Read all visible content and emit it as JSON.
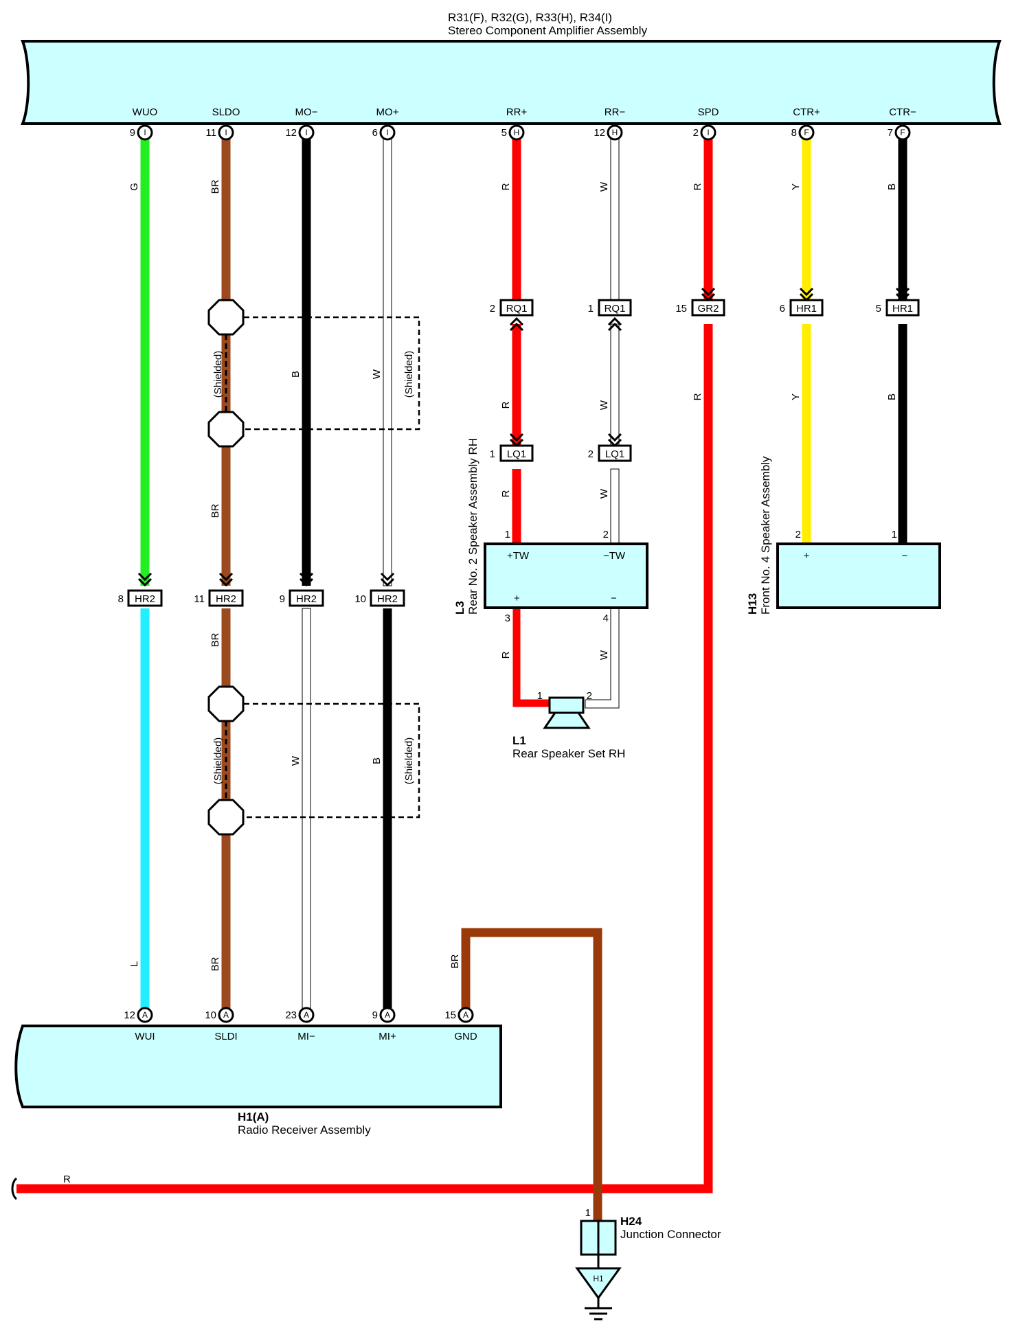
{
  "amp": {
    "code": "R31(F), R32(G), R33(H), R34(I)",
    "name": "Stereo Component Amplifier Assembly",
    "pins": [
      {
        "sig": "WUO",
        "num": "9",
        "conn": "I"
      },
      {
        "sig": "SLDO",
        "num": "11",
        "conn": "I"
      },
      {
        "sig": "MO−",
        "num": "12",
        "conn": "I"
      },
      {
        "sig": "MO+",
        "num": "6",
        "conn": "I"
      },
      {
        "sig": "RR+",
        "num": "5",
        "conn": "H"
      },
      {
        "sig": "RR−",
        "num": "12",
        "conn": "H"
      },
      {
        "sig": "SPD",
        "num": "2",
        "conn": "I"
      },
      {
        "sig": "CTR+",
        "num": "8",
        "conn": "F"
      },
      {
        "sig": "CTR−",
        "num": "7",
        "conn": "F"
      }
    ]
  },
  "radio": {
    "code": "H1(A)",
    "name": "Radio Receiver Assembly",
    "pins": [
      {
        "sig": "WUI",
        "num": "12",
        "conn": "A"
      },
      {
        "sig": "SLDI",
        "num": "10",
        "conn": "A"
      },
      {
        "sig": "MI−",
        "num": "23",
        "conn": "A"
      },
      {
        "sig": "MI+",
        "num": "9",
        "conn": "A"
      },
      {
        "sig": "GND",
        "num": "15",
        "conn": "A"
      }
    ]
  },
  "inline_connectors": {
    "hr2": [
      {
        "num": "8",
        "code": "HR2"
      },
      {
        "num": "11",
        "code": "HR2"
      },
      {
        "num": "9",
        "code": "HR2"
      },
      {
        "num": "10",
        "code": "HR2"
      }
    ],
    "rq1": [
      {
        "num": "2",
        "code": "RQ1"
      },
      {
        "num": "1",
        "code": "RQ1"
      }
    ],
    "lq1": [
      {
        "num": "1",
        "code": "LQ1"
      },
      {
        "num": "2",
        "code": "LQ1"
      }
    ],
    "gr2": {
      "num": "15",
      "code": "GR2"
    },
    "hr1": [
      {
        "num": "6",
        "code": "HR1"
      },
      {
        "num": "5",
        "code": "HR1"
      }
    ]
  },
  "wire_colors": {
    "G": "G",
    "L": "L",
    "BR": "BR",
    "B": "B",
    "W": "W",
    "R": "R",
    "Y": "Y"
  },
  "shielded_label": "(Shielded)",
  "speaker_l3": {
    "code": "L3",
    "name": "Rear No. 2 Speaker Assembly RH",
    "pin_tw_pos": "+TW",
    "pin_tw_neg": "−TW",
    "pin_pos": "+",
    "pin_neg": "−",
    "pins": [
      "1",
      "2",
      "3",
      "4"
    ]
  },
  "speaker_h13": {
    "code": "H13",
    "name": "Front No. 4 Speaker Assembly",
    "pin_pos": "+",
    "pin_neg": "−",
    "pins": [
      "2",
      "1"
    ]
  },
  "speaker_l1": {
    "code": "L1",
    "name": "Rear Speaker Set RH",
    "pins": [
      "1",
      "2"
    ]
  },
  "junction": {
    "code": "H24",
    "name": "Junction Connector",
    "pin": "1"
  },
  "ground": {
    "label": "H1"
  },
  "colors": {
    "body_fill": "#ccffff",
    "green": "#22ee22",
    "cyan": "#22eeff",
    "brown": "#9b4a1f",
    "gnd_brown": "#9a3a0a",
    "red": "#ff0000",
    "yellow": "#ffee00",
    "black": "#000000"
  }
}
